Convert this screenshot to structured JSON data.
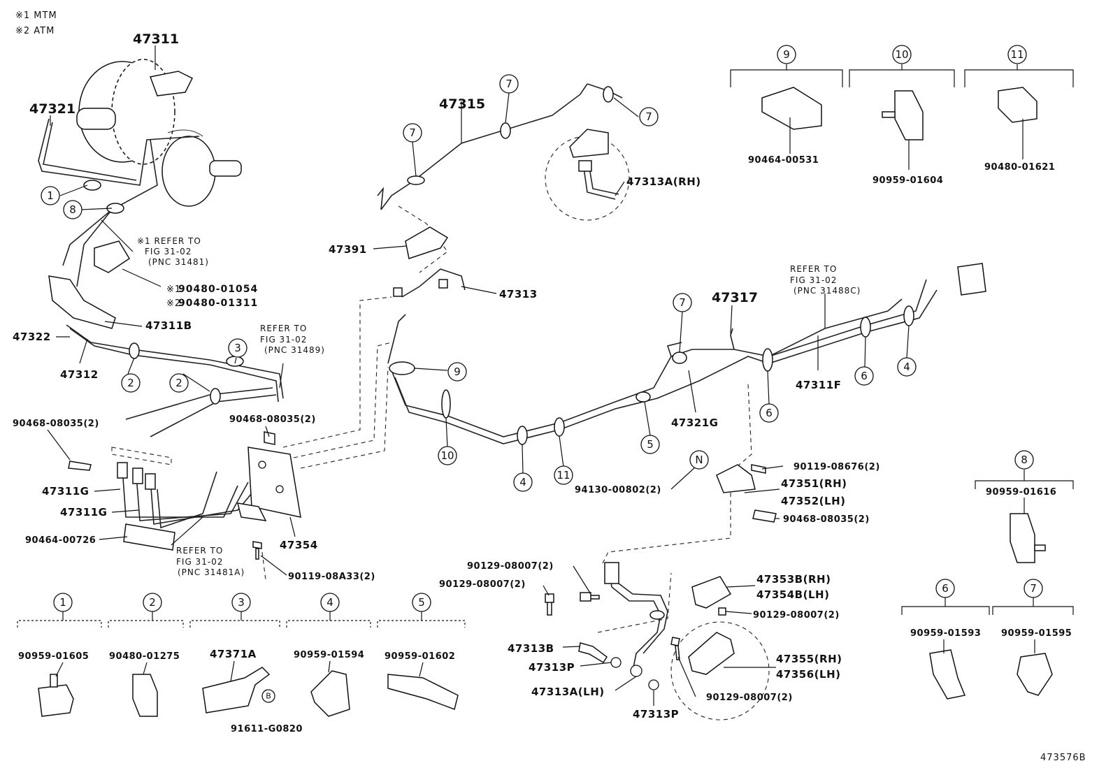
{
  "legend": {
    "note1": "※1 MTM",
    "note2": "※2 ATM"
  },
  "figure_id": "473576B",
  "parts": {
    "p47311": "47311",
    "p47321": "47321",
    "p47315": "47315",
    "p47313A_RH": "47313A(RH)",
    "p47391": "47391",
    "p47313": "47313",
    "p47317": "47317",
    "p47311B": "47311B",
    "p47322": "47322",
    "p47312": "47312",
    "p47311F": "47311F",
    "p47321G": "47321G",
    "p47311G_a": "47311G",
    "p47311G_b": "47311G",
    "p47354": "47354",
    "p47351": "47351(RH)",
    "p47352": "47352(LH)",
    "p47353B": "47353B(RH)",
    "p47354B": "47354B(LH)",
    "p47355": "47355(RH)",
    "p47356": "47356(LH)",
    "p47313B": "47313B",
    "p47313P_a": "47313P",
    "p47313A_LH": "47313A(LH)",
    "p47313P_b": "47313P",
    "p47371A": "47371A",
    "n90480_01054": "90480-01054",
    "n90480_01311": "90480-01311",
    "n90468_08035_a": "90468-08035(2)",
    "n90468_08035_b": "90468-08035(2)",
    "n90468_08035_c": "90468-08035(2)",
    "n90464_00726": "90464-00726",
    "n90119_08A33": "90119-08A33(2)",
    "n90119_08676": "90119-08676(2)",
    "n94130_00802": "94130-00802(2)",
    "n90129_08007_a": "90129-08007(2)",
    "n90129_08007_b": "90129-08007(2)",
    "n90129_08007_c": "90129-08007(2)",
    "n90129_08007_d": "90129-08007(2)",
    "n90464_00531": "90464-00531",
    "n90959_01604": "90959-01604",
    "n90480_01621": "90480-01621",
    "n90959_01616": "90959-01616",
    "n90959_01593": "90959-01593",
    "n90959_01595": "90959-01595",
    "n90959_01605": "90959-01605",
    "n90480_01275": "90480-01275",
    "n90959_01594": "90959-01594",
    "n90959_01602": "90959-01602",
    "n91611_G0820": "91611-G0820"
  },
  "refers": {
    "r1": {
      "l1": "※1 REFER TO",
      "l2": "FIG 31-02",
      "l3": "(PNC 31481)"
    },
    "r2": {
      "l1": "REFER TO",
      "l2": "FIG 31-02",
      "l3": "(PNC 31489)"
    },
    "r3": {
      "l1": "REFER TO",
      "l2": "FIG 31-02",
      "l3": "(PNC 31481A)"
    },
    "r4": {
      "l1": "REFER TO",
      "l2": "FIG 31-02",
      "l3": "(PNC 31488C)"
    }
  },
  "notes_prefix": {
    "m1": "※1",
    "m2": "※2"
  },
  "callouts": {
    "c1": "1",
    "c2": "2",
    "c3": "3",
    "c4": "4",
    "c5": "5",
    "c6": "6",
    "c7": "7",
    "c8": "8",
    "c9": "9",
    "c10": "10",
    "c11": "11",
    "cN": "N",
    "cB": "B"
  }
}
